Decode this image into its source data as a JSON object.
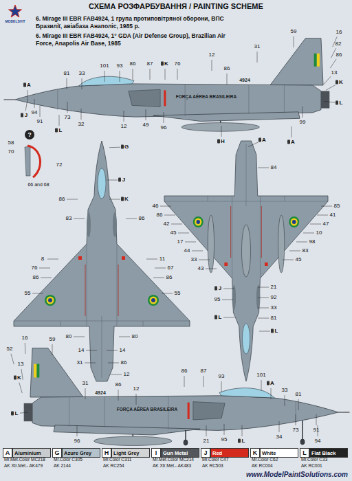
{
  "diagram": {
    "title": "СХЕМА РОЗФАРБУВАННЯ / PAINTING SCHEME",
    "labels": [
      "MODELSVIT",
      "6. Mirage III EBR FAB4924, 1 група протиповітряної оборони, ВПС Бразилії, авіабаза Анаполіс, 1985 р.",
      "6. Mirage III EBR FAB4924, 1° GDA (Air Defense Group), Brazilian Air Force, Anapolis Air Base, 1985",
      "81",
      "33",
      "101",
      "93",
      "86",
      "87",
      "K",
      "76",
      "12",
      "86",
      "31",
      "59",
      "16",
      "82",
      "86",
      "13",
      "K",
      "L",
      "99",
      "A",
      "H",
      "96",
      "49",
      "12",
      "L",
      "73",
      "32",
      "91",
      "94",
      "J",
      "A",
      "FORÇA AÉREA BRASILEIRA",
      "4924",
      "?",
      "58",
      "70",
      "72",
      "66 and 68",
      "G",
      "J",
      "K",
      "86",
      "83",
      "86",
      "8",
      "11",
      "76",
      "67",
      "86",
      "86",
      "55",
      "55",
      "80",
      "80",
      "14",
      "14",
      "31",
      "86",
      "12",
      "A",
      "84",
      "46",
      "86",
      "42",
      "45",
      "17",
      "44",
      "33",
      "43",
      "85",
      "41",
      "47",
      "10",
      "98",
      "83",
      "45",
      "21",
      "92",
      "33",
      "81",
      "J",
      "95",
      "L",
      "L",
      "16",
      "59",
      "52",
      "13",
      "K",
      "31",
      "86",
      "4924",
      "FORÇA AÉREA BRASILEIRA",
      "12",
      "86",
      "87",
      "93",
      "101",
      "A",
      "33",
      "81",
      "L",
      "L",
      "96",
      "21",
      "95",
      "34",
      "73",
      "94",
      "91",
      "A",
      "G",
      "H",
      "I",
      "J",
      "K",
      "L",
      "Mr.Met.Color MC218",
      "AK Xtr.Met.- AK479",
      "Mr.Color C305",
      "AK 2144",
      "Mr.Color C311",
      "AK RC254",
      "Mr.Met.Color MC214",
      "AK Xtr.Met.- AK483",
      "Mr.Color C47",
      "AK RC503",
      "Mr.Color C62",
      "AK RC004",
      "Mr.Color C33",
      "AK RC001",
      "www.ModelPaintSolutions.com"
    ],
    "legend": [
      {
        "text": "Aluminium",
        "color": "#c9ccce"
      },
      {
        "text": "Azure Grey",
        "color": "#b4c2cc"
      },
      {
        "text": "Light Grey",
        "color": "#d2d4d6"
      },
      {
        "text": "Gun Metal",
        "color": "#53575c"
      },
      {
        "text": "Red",
        "color": "#d42a1e"
      },
      {
        "text": "White",
        "color": "#ffffff"
      },
      {
        "text": "Flat Black",
        "color": "#222222"
      }
    ]
  }
}
